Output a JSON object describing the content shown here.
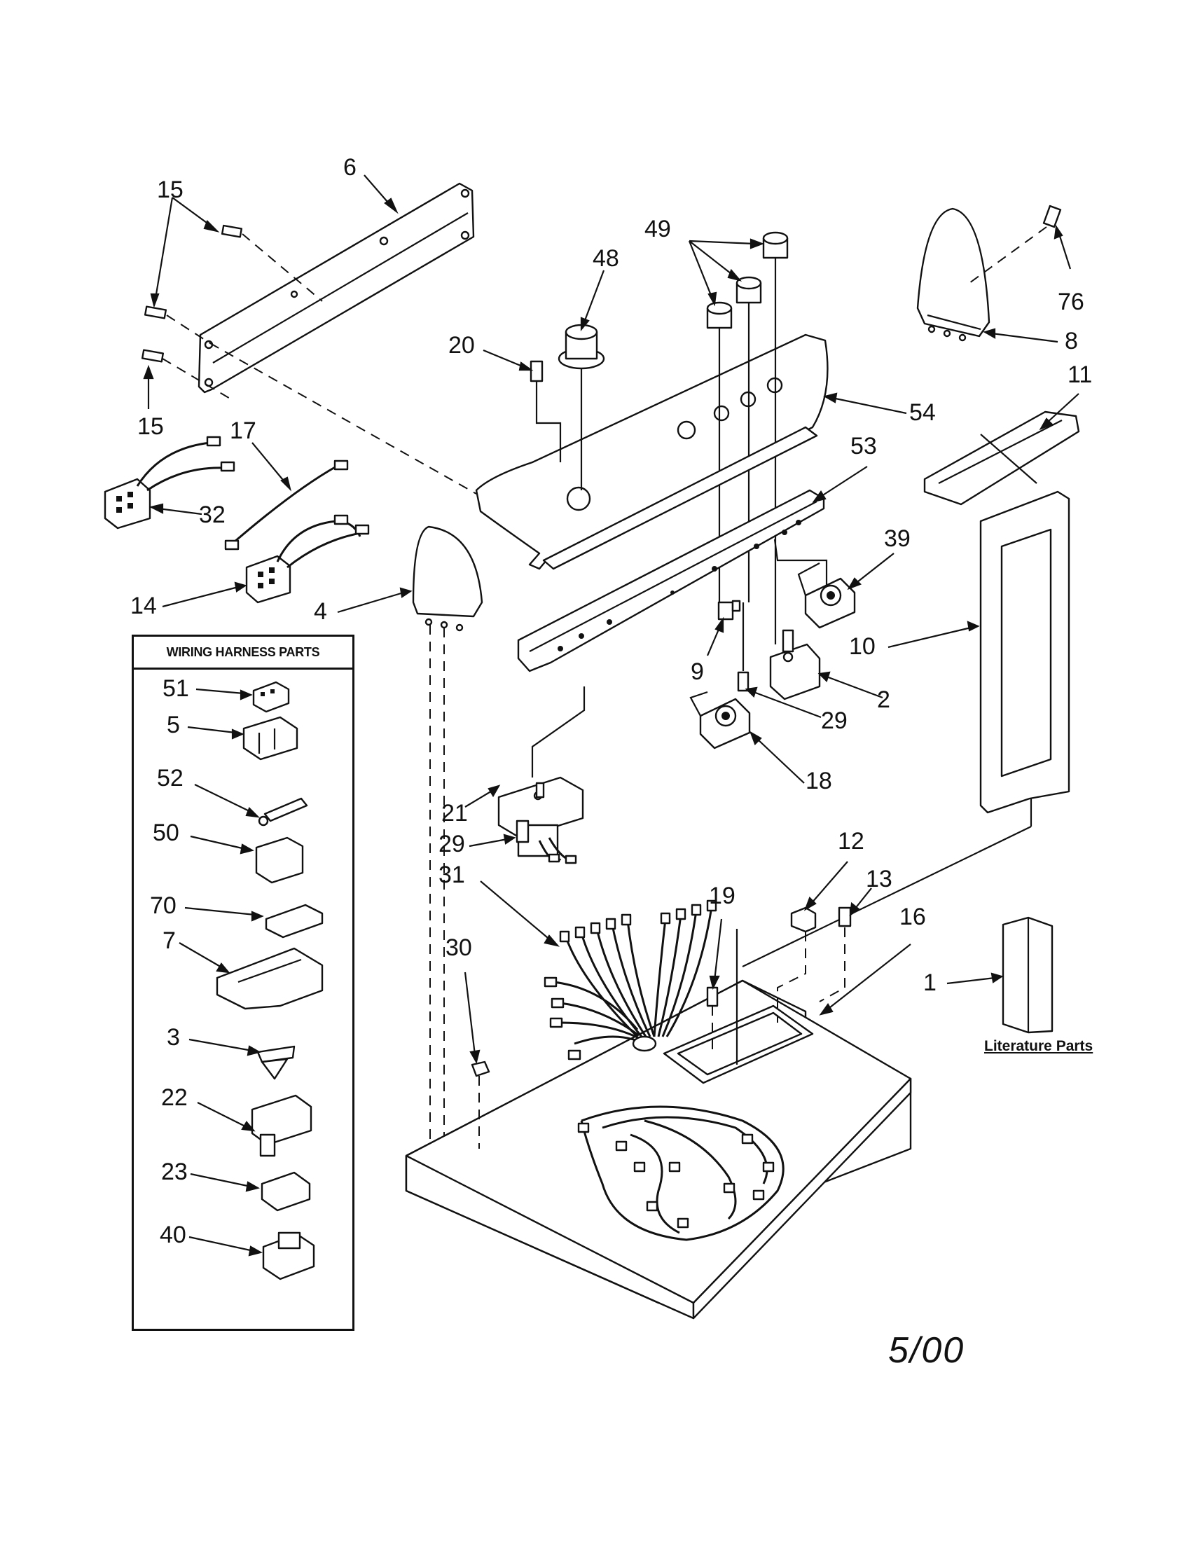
{
  "callouts": {
    "c6": "6",
    "c15a": "15",
    "c15b": "15",
    "c48": "48",
    "c49": "49",
    "c20": "20",
    "c76": "76",
    "c8": "8",
    "c11": "11",
    "c54": "54",
    "c53": "53",
    "c17": "17",
    "c32": "32",
    "c14": "14",
    "c4": "4",
    "c39": "39",
    "c10": "10",
    "c9": "9",
    "c2": "2",
    "c29a": "29",
    "c18": "18",
    "c21": "21",
    "c29b": "29",
    "c31": "31",
    "c12": "12",
    "c13": "13",
    "c19": "19",
    "c16": "16",
    "c30": "30",
    "c1": "1"
  },
  "harness": {
    "title": "WIRING HARNESS PARTS",
    "items": [
      "51",
      "5",
      "52",
      "50",
      "70",
      "7",
      "3",
      "22",
      "23",
      "40"
    ]
  },
  "literature_label": "Literature Parts",
  "date": "5/00"
}
